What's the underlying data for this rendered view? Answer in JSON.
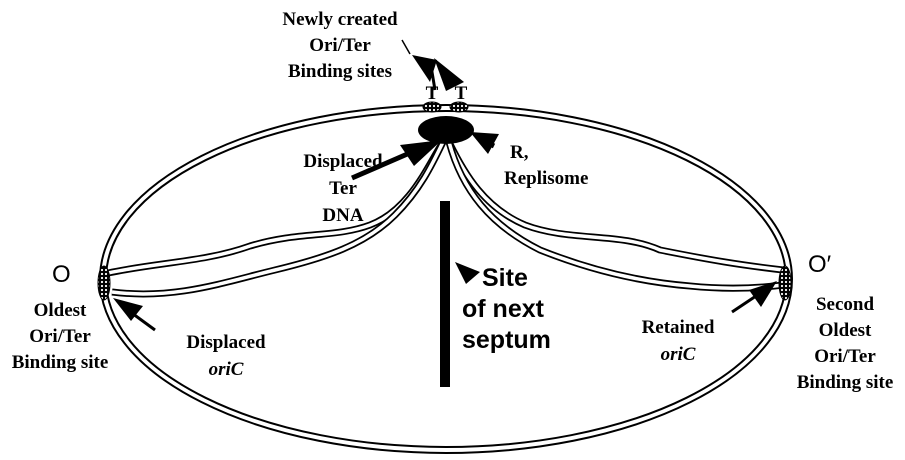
{
  "diagram": {
    "labels": {
      "newly_created": [
        "Newly created",
        "Ori/Ter",
        "Binding sites"
      ],
      "t_left": "T",
      "t_right": "T",
      "displaced_ter": [
        "Displaced",
        "Ter",
        "DNA"
      ],
      "replisome": [
        "R,",
        "Replisome"
      ],
      "o_left": "O",
      "o_right": "O′",
      "oldest": [
        "Oldest",
        "Ori/Ter",
        "Binding site"
      ],
      "displaced_oric_1": "Displaced",
      "displaced_oric_2": "oriC",
      "site_septum": [
        "Site",
        "of next",
        "septum"
      ],
      "retained_oric_1": "Retained",
      "retained_oric_2": "oriC",
      "second_oldest": [
        "Second",
        "Oldest",
        "Ori/Ter",
        "Binding site"
      ]
    }
  }
}
